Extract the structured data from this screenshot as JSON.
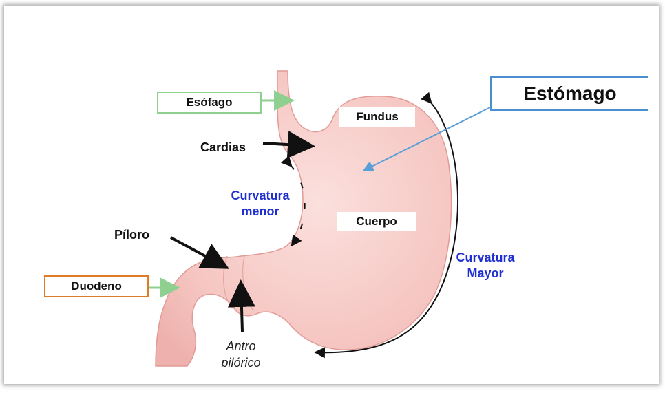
{
  "diagram": {
    "title": "Estómago",
    "labels": {
      "esofago": "Esófago",
      "fundus": "Fundus",
      "cardias": "Cardias",
      "curvatura_menor_line1": "Curvatura",
      "curvatura_menor_line2": "menor",
      "cuerpo": "Cuerpo",
      "piloro": "Píloro",
      "curvatura_mayor_line1": "Curvatura",
      "curvatura_mayor_line2": "Mayor",
      "duodeno": "Duodeno",
      "antro_line1": "Antro",
      "antro_line2": "pilórico"
    },
    "colors": {
      "stomach_fill": "#f6c9c6",
      "stomach_stroke": "#e29a96",
      "blue_text": "#1f2fd0",
      "green_box": "#8fcf8f",
      "orange_box": "#e07b27",
      "title_box": "#4a90d0",
      "title_pointer": "#5a9fd8"
    }
  }
}
